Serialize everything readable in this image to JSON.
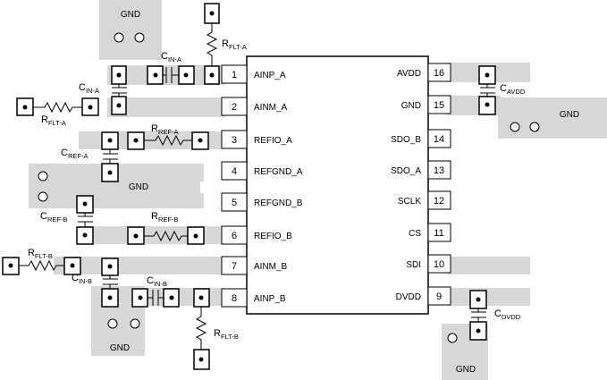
{
  "ic": {
    "left_pins": [
      {
        "num": "1",
        "name": "AINP_A"
      },
      {
        "num": "2",
        "name": "AINM_A"
      },
      {
        "num": "3",
        "name": "REFIO_A"
      },
      {
        "num": "4",
        "name": "REFGND_A"
      },
      {
        "num": "5",
        "name": "REFGND_B"
      },
      {
        "num": "6",
        "name": "REFIO_B"
      },
      {
        "num": "7",
        "name": "AINM_B"
      },
      {
        "num": "8",
        "name": "AINP_B"
      }
    ],
    "right_pins": [
      {
        "num": "16",
        "name": "AVDD"
      },
      {
        "num": "15",
        "name": "GND"
      },
      {
        "num": "14",
        "name": "SDO_B"
      },
      {
        "num": "13",
        "name": "SDO_A"
      },
      {
        "num": "12",
        "name": "SCLK"
      },
      {
        "num": "11",
        "name": "CS"
      },
      {
        "num": "10",
        "name": "SDI"
      },
      {
        "num": "9",
        "name": "DVDD"
      }
    ]
  },
  "gnd_pours": {
    "top_left": "GND",
    "mid_left": "GND",
    "bottom_left": "GND",
    "right_top": "GND",
    "right_bottom": "GND"
  },
  "components": {
    "c_in_a": {
      "main": "C",
      "sub": "IN-A"
    },
    "c_in_a2": {
      "main": "C",
      "sub": "IN-A"
    },
    "r_flt_a": {
      "main": "R",
      "sub": "FLT-A"
    },
    "r_flt_a2": {
      "main": "R",
      "sub": "FLT-A"
    },
    "r_ref_a": {
      "main": "R",
      "sub": "REF-A"
    },
    "c_ref_a": {
      "main": "C",
      "sub": "REF-A"
    },
    "c_ref_b": {
      "main": "C",
      "sub": "REF-B"
    },
    "r_ref_b": {
      "main": "R",
      "sub": "REF-B"
    },
    "r_flt_b": {
      "main": "R",
      "sub": "FLT-B"
    },
    "c_in_b": {
      "main": "C",
      "sub": "IN-B"
    },
    "c_in_b2": {
      "main": "C",
      "sub": "IN-B"
    },
    "r_flt_b2": {
      "main": "R",
      "sub": "FLT-B"
    },
    "c_avdd": {
      "main": "C",
      "sub": "AVDD"
    },
    "c_dvdd": {
      "main": "C",
      "sub": "DVDD"
    }
  }
}
